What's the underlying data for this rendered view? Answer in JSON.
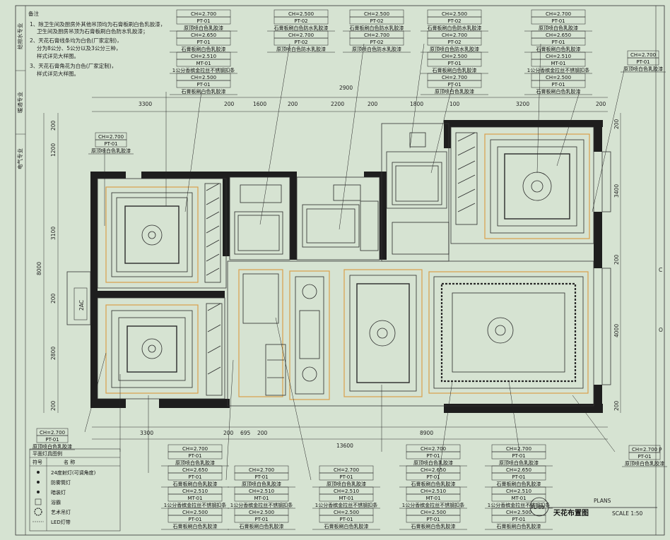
{
  "notes": {
    "heading": "备注",
    "lines": [
      "1、除卫生间及厨房外其他吊顶均为石膏板刷白色乳胶漆，",
      "卫生间及厨房吊顶为石膏板刷白色防水乳胶漆；",
      "2、天花石膏线条均为白色(厂家定制)，",
      "分为8公分、5公分以及3公分三种，",
      "样式详见大样图。",
      "3、天花石膏角花为白色(厂家定制)，",
      "样式详见大样图。"
    ]
  },
  "left_strip": [
    "给排水专业",
    "暖通专业",
    "电气专业"
  ],
  "dims_top": [
    "3300",
    "200",
    "1600",
    "200",
    "2200",
    "200",
    "1800",
    "100",
    "3200",
    "200"
  ],
  "dims_top_total": "2900",
  "dims_bottom": [
    "3300",
    "200",
    "695",
    "200",
    "8900"
  ],
  "dims_bottom_total": "13600",
  "dims_left": [
    "200",
    "1200",
    "3100",
    "200",
    "2800",
    "200"
  ],
  "dims_left_total": "8000",
  "dims_right": [
    "200",
    "3400",
    "200",
    "4000",
    "200"
  ],
  "ac_label": "2AC",
  "label_groups": [
    {
      "lines": [
        "CH=2.700",
        "PT-01",
        "原顶喷白色乳胶漆",
        "CH=2.650",
        "PT-01",
        "石膏板刷白色乳胶漆",
        "CH=2.510",
        "MT-01",
        "1公分香槟金拉丝不锈钢扣条",
        "CH=2.500",
        "PT-01",
        "石膏板刷白色乳胶漆"
      ]
    },
    {
      "lines": [
        "CH=2.500",
        "PT-02",
        "石膏板刷白色防水乳胶漆",
        "CH=2.700",
        "PT-02",
        "原顶喷白色防水乳胶漆"
      ]
    },
    {
      "lines": [
        "CH=2.500",
        "PT-02",
        "石膏板刷白色防水乳胶漆",
        "CH=2.700",
        "PT-02",
        "原顶喷白色防水乳胶漆"
      ]
    },
    {
      "lines": [
        "CH=2.500",
        "PT-02",
        "石膏板刷白色防水乳胶漆",
        "CH=2.700",
        "PT-02",
        "原顶喷白色防水乳胶漆",
        "CH=2.500",
        "PT-01",
        "石膏板刷白色乳胶漆",
        "CH=2.700",
        "PT-01",
        "原顶喷白色乳胶漆"
      ]
    },
    {
      "lines": [
        "CH=2.700",
        "PT-01",
        "原顶喷白色乳胶漆",
        "CH=2.650",
        "PT-01",
        "石膏板刷白色乳胶漆",
        "CH=2.510",
        "MT-01",
        "1公分香槟金拉丝不锈钢扣条",
        "CH=2.500",
        "PT-01",
        "石膏板刷白色乳胶漆"
      ]
    },
    {
      "lines": [
        "CH=2.700",
        "PT-01",
        "原顶喷白色乳胶漆"
      ]
    },
    {
      "lines": [
        "CH=2.700",
        "PT-01",
        "原顶喷白色乳胶漆"
      ]
    },
    {
      "lines": [
        "CH=2.700",
        "PT-01",
        "原顶喷白色乳胶漆"
      ]
    },
    {
      "lines": [
        "CH=2.700",
        "PT-01",
        "原顶喷白色乳胶漆"
      ]
    },
    {
      "lines": [
        "CH=2.700",
        "PT-01",
        "原顶喷白色乳胶漆",
        "CH=2.650",
        "PT-01",
        "石膏板刷白色乳胶漆",
        "CH=2.510",
        "MT-01",
        "1公分香槟金拉丝不锈钢扣条",
        "CH=2.500",
        "PT-01",
        "石膏板刷白色乳胶漆"
      ]
    },
    {
      "lines": [
        "CH=2.700",
        "PT-01",
        "原顶喷白色乳胶漆",
        "CH=2.510",
        "MT-01",
        "1公分香槟金拉丝不锈钢扣条",
        "CH=2.500",
        "PT-01",
        "石膏板刷白色乳胶漆"
      ]
    },
    {
      "lines": [
        "CH=2.700",
        "PT-01",
        "原顶喷白色乳胶漆",
        "CH=2.510",
        "MT-01",
        "1公分香槟金拉丝不锈钢扣条",
        "CH=2.500",
        "PT-01",
        "石膏板刷白色乳胶漆"
      ]
    },
    {
      "lines": [
        "CH=2.700",
        "PT-01",
        "原顶喷白色乳胶漆",
        "CH=2.650",
        "PT-01",
        "石膏板刷白色乳胶漆",
        "CH=2.510",
        "MT-01",
        "1公分香槟金拉丝不锈钢扣条",
        "CH=2.500",
        "PT-01",
        "石膏板刷白色乳胶漆"
      ]
    },
    {
      "lines": [
        "CH=2.700",
        "PT-01",
        "原顶喷白色乳胶漆",
        "CH=2.650",
        "PT-01",
        "石膏板刷白色乳胶漆",
        "CH=2.510",
        "MT-01",
        "1公分香槟金拉丝不锈钢扣条",
        "CH=2.500",
        "PT-01",
        "石膏板刷白色乳胶漆"
      ]
    }
  ],
  "legend": {
    "title": "平面灯具图例",
    "col_symbol": "符号",
    "col_name": "名 称",
    "items": [
      "24度射灯(可调角度)",
      "防雾筒灯",
      "暗装灯",
      "浴霸",
      "艺术吊灯",
      "LED灯带"
    ]
  },
  "title_block": {
    "code": "PL-09",
    "plans": "PLANS",
    "name": "天花布置图",
    "scale": "SCALE  1:50"
  },
  "right_strip": [
    "C",
    "O",
    "P"
  ],
  "colors": {
    "background": "#d6e3d2",
    "wall": "#1e1e1e",
    "led": "#d9a04a",
    "line": "#2a2a2a"
  }
}
